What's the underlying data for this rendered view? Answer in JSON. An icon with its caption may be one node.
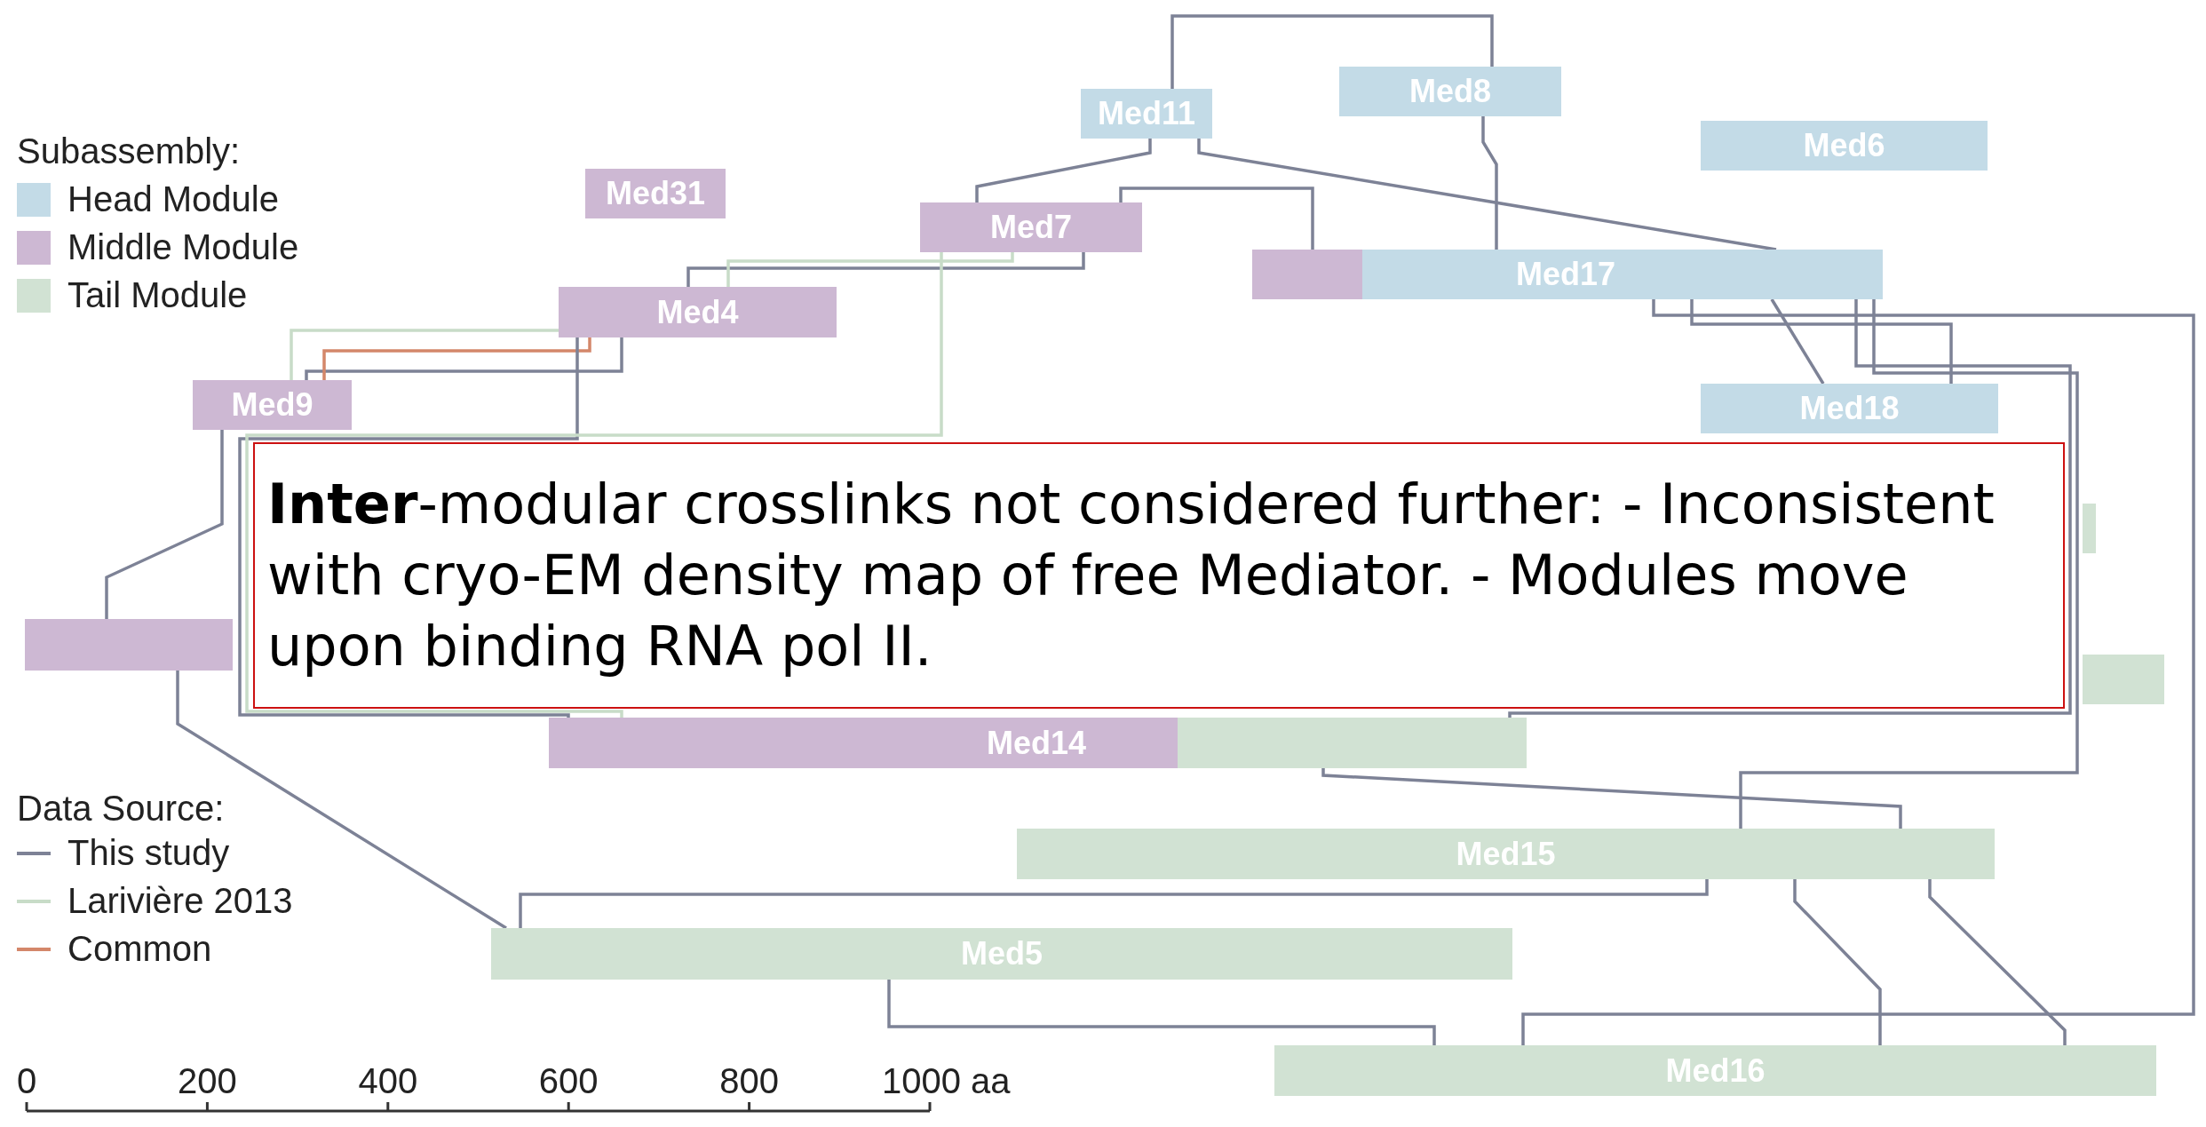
{
  "diagram": {
    "nodes": [
      {
        "text": [
          "Med11"
        ]
      },
      {
        "text": [
          "Med8"
        ]
      },
      {
        "text": [
          "Med6"
        ]
      },
      {
        "text": [
          "Med31"
        ]
      },
      {
        "text": [
          "Med7"
        ]
      },
      {
        "text": [
          "Med17"
        ]
      },
      {
        "text": [
          "Med4"
        ]
      },
      {
        "text": [
          "Med9"
        ]
      },
      {
        "text": [
          "Med18"
        ]
      },
      {
        "text": [],
        "shape": "bar"
      },
      {
        "text": [],
        "shape": "bar"
      },
      {
        "text": [],
        "shape": "bar"
      },
      {
        "text": [
          "Med14"
        ]
      },
      {
        "text": [
          "Med15"
        ]
      },
      {
        "text": [
          "Med5"
        ]
      },
      {
        "text": [
          "Med16"
        ]
      },
      {
        "text": [
          "**Inter**-modular crosslinks not considered further: - Inconsistent with cryo-EM density map of free Mediator. - Modules move upon binding RNA pol II."
        ]
      }
    ],
    "edges": [
      {
        "from": 0,
        "to": 1,
        "arrow": "none"
      },
      {
        "from": 0,
        "to": 4,
        "arrow": "none"
      },
      {
        "from": 0,
        "to": 5,
        "arrow": "none"
      },
      {
        "from": 1,
        "to": 5,
        "arrow": "none"
      },
      {
        "from": 4,
        "to": 5,
        "arrow": "none"
      },
      {
        "from": 6,
        "to": 4,
        "arrow": "none"
      },
      {
        "from": 6,
        "to": 4,
        "arrow": "none",
        "color": "#c8dcc8"
      },
      {
        "from": 7,
        "to": 6,
        "arrow": "none"
      },
      {
        "from": 7,
        "to": 6,
        "arrow": "none",
        "color": "#c8dcc8"
      },
      {
        "from": 7,
        "to": 6,
        "arrow": "none",
        "color": "#d4876a"
      },
      {
        "from": 7,
        "to": 10,
        "arrow": "none"
      },
      {
        "from": 6,
        "to": 12,
        "arrow": "none"
      },
      {
        "from": 4,
        "to": 12,
        "arrow": "none",
        "color": "#c8dcc8"
      },
      {
        "from": 5,
        "to": 12,
        "arrow": "none"
      },
      {
        "from": 5,
        "to": 8,
        "arrow": "none"
      },
      {
        "from": 5,
        "to": 15,
        "arrow": "none"
      },
      {
        "from": 5,
        "to": 8,
        "arrow": "none"
      },
      {
        "from": 5,
        "to": 13,
        "arrow": "none"
      },
      {
        "from": 12,
        "to": 13,
        "arrow": "none"
      },
      {
        "from": 13,
        "to": 15,
        "arrow": "none"
      },
      {
        "from": 13,
        "to": 14,
        "arrow": "none"
      },
      {
        "from": 14,
        "to": 15,
        "arrow": "none"
      },
      {
        "from": 10,
        "to": 14,
        "arrow": "none"
      },
      {
        "from": 13,
        "to": 15,
        "arrow": "none"
      }
    ],
    "labels": [
      "Subassembly:",
      "Data Source:",
      "0",
      "200",
      "400",
      "600",
      "800",
      "1000 aa"
    ],
    "legend": [
      {
        "text": "Head Module",
        "color": "#c3dbe7"
      },
      {
        "text": "Middle Module",
        "color": "#cdb8d3"
      },
      {
        "text": "Tail Module",
        "color": "#d1e2d3"
      },
      {
        "text": "This study"
      },
      {
        "text": "Larivière 2013"
      },
      {
        "text": "Common"
      }
    ]
  }
}
